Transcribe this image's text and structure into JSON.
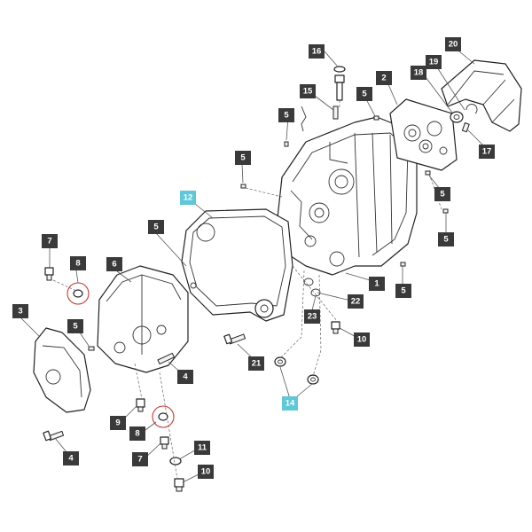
{
  "colors": {
    "callout_dark": "#3a3a3a",
    "callout_highlight": "#5ec8d8",
    "highlight_ring": "#c0392b",
    "line": "#222222"
  },
  "callouts": [
    {
      "id": "c16",
      "label": "16",
      "highlight": false
    },
    {
      "id": "c20",
      "label": "20",
      "highlight": false
    },
    {
      "id": "c18",
      "label": "18",
      "highlight": false
    },
    {
      "id": "c19",
      "label": "19",
      "highlight": false
    },
    {
      "id": "c2",
      "label": "2",
      "highlight": false
    },
    {
      "id": "c15",
      "label": "15",
      "highlight": false
    },
    {
      "id": "c5a",
      "label": "5",
      "highlight": false
    },
    {
      "id": "c5b",
      "label": "5",
      "highlight": false
    },
    {
      "id": "c17",
      "label": "17",
      "highlight": false
    },
    {
      "id": "c5c",
      "label": "5",
      "highlight": false
    },
    {
      "id": "c5d",
      "label": "5",
      "highlight": false
    },
    {
      "id": "c12",
      "label": "12",
      "highlight": true
    },
    {
      "id": "c5e",
      "label": "5",
      "highlight": false
    },
    {
      "id": "c5f",
      "label": "5",
      "highlight": false
    },
    {
      "id": "c7a",
      "label": "7",
      "highlight": false
    },
    {
      "id": "c8a",
      "label": "8",
      "highlight": false
    },
    {
      "id": "c6",
      "label": "6",
      "highlight": false
    },
    {
      "id": "c1",
      "label": "1",
      "highlight": false
    },
    {
      "id": "c5g",
      "label": "5",
      "highlight": false
    },
    {
      "id": "c22",
      "label": "22",
      "highlight": false
    },
    {
      "id": "c3",
      "label": "3",
      "highlight": false
    },
    {
      "id": "c23",
      "label": "23",
      "highlight": false
    },
    {
      "id": "c5h",
      "label": "5",
      "highlight": false
    },
    {
      "id": "c10a",
      "label": "10",
      "highlight": false
    },
    {
      "id": "c21",
      "label": "21",
      "highlight": false
    },
    {
      "id": "c4a",
      "label": "4",
      "highlight": false
    },
    {
      "id": "c14",
      "label": "14",
      "highlight": true
    },
    {
      "id": "c9",
      "label": "9",
      "highlight": false
    },
    {
      "id": "c8b",
      "label": "8",
      "highlight": false
    },
    {
      "id": "c11",
      "label": "11",
      "highlight": false
    },
    {
      "id": "c4b",
      "label": "4",
      "highlight": false
    },
    {
      "id": "c7b",
      "label": "7",
      "highlight": false
    },
    {
      "id": "c10b",
      "label": "10",
      "highlight": false
    }
  ]
}
